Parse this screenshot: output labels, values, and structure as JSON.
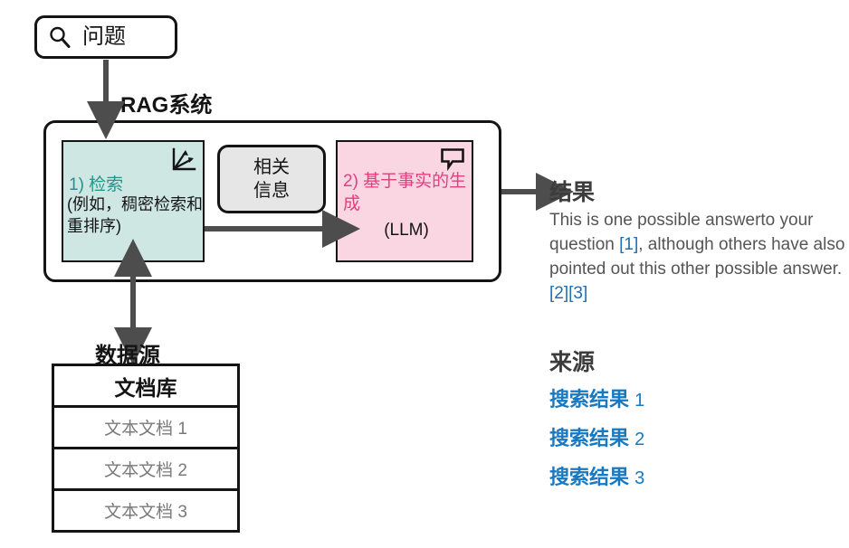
{
  "question": {
    "icon": "search-icon",
    "label": "问题"
  },
  "rag": {
    "label": "RAG系统",
    "retrieval": {
      "icon": "vector-scatter-icon",
      "title": "1) 检索",
      "subtitle": "(例如，稠密检索和重排序)",
      "color": "#23948c",
      "background": "#cfe7e3"
    },
    "relevant_info": {
      "line1": "相关",
      "line2": "信息",
      "background": "#e6e6e6"
    },
    "generation": {
      "icon": "speech-bubble-icon",
      "title": "2) 基于事实的生成",
      "subtitle": "(LLM)",
      "color": "#e0407f",
      "background": "#f9d6e1"
    }
  },
  "datasource": {
    "label": "数据源",
    "table": {
      "header": "文档库",
      "rows": [
        "文本文档 1",
        "文本文档 2",
        "文本文档 3"
      ]
    }
  },
  "result": {
    "title": "结果",
    "body": {
      "part1": "This is one possible answerto your question ",
      "cite1": "[1]",
      "part2": ", although others have also pointed out this other possible answer.",
      "cite2": "[2]",
      "cite3": "[3]"
    },
    "sources_title": "来源",
    "sources": [
      {
        "label": "搜索结果",
        "num": "1"
      },
      {
        "label": "搜索结果",
        "num": "2"
      },
      {
        "label": "搜索结果",
        "num": "3"
      }
    ],
    "link_color": "#1878c0",
    "citation_color": "#1f6fb2"
  }
}
